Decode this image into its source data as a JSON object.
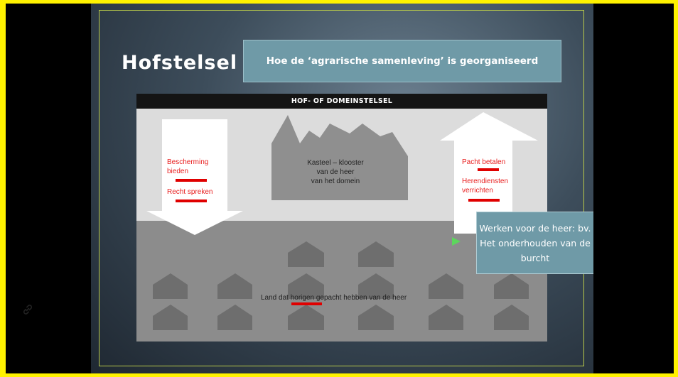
{
  "slide": {
    "title": "Hofstelsel",
    "subtitle": "Hoe de ‘agrarische samenleving’ is georganiseerd"
  },
  "diagram": {
    "header": "HOF- OF DOMEINSTELSEL",
    "left_arrow": {
      "line1": "Bescherming",
      "line2": "bieden",
      "line3": "Recht spreken"
    },
    "castle": {
      "line1": "Kasteel – klooster",
      "line2": "van de heer",
      "line3": "van het domein"
    },
    "right_arrow": {
      "line1": "Pacht betalen",
      "line2": "Herendiensten",
      "line3": "verrichten"
    },
    "land": {
      "before": "Land dat ",
      "highlight": "horigen",
      "after": " gepacht hebben van de heer"
    }
  },
  "callout": "Werken voor de heer: bv. Het onderhouden van de burcht",
  "colors": {
    "outer": "#fff200",
    "accent_red": "#e00000",
    "callout": "#6f9aa7"
  },
  "icons": {
    "side": "link-icon"
  }
}
